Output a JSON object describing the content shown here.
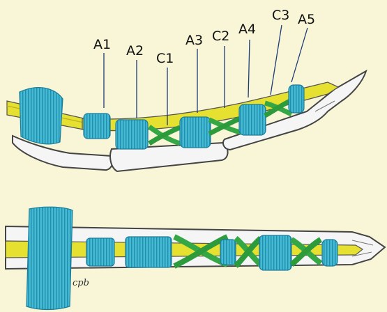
{
  "diagram": {
    "labels": [
      "A1",
      "A2",
      "C1",
      "A3",
      "C2",
      "A4",
      "C3",
      "A5"
    ],
    "signature": "cpb",
    "colors": {
      "background": "#f8f6d6",
      "bone": "#f4f4f4",
      "outline": "#444444",
      "tendon": "#e6e030",
      "annular_pulley": "#3fb7cf",
      "cruciate_pulley": "#35a845",
      "leader_line": "#1d3b78"
    }
  }
}
